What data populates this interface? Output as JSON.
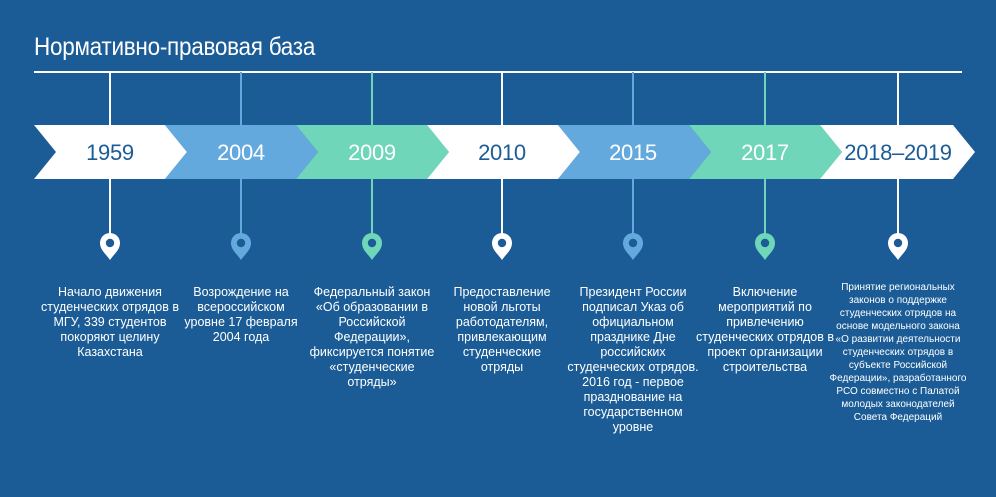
{
  "title": "Нормативно-правовая база",
  "colors": {
    "background": "#1b5c96",
    "white": "#ffffff",
    "blue": "#64a9de",
    "green": "#6fd6b9",
    "year_text_dark": "#1b5c96",
    "year_text_light": "#ffffff"
  },
  "milestones": [
    {
      "year": "1959",
      "color": "white",
      "text": "Начало движения студенческих отрядов в МГУ, 339 студентов покоряют целину Казахстана",
      "icon": "location-pin-icon"
    },
    {
      "year": "2004",
      "color": "blue",
      "text": "Возрождение на всероссийском уровне 17 февраля 2004 года",
      "icon": "location-pin-icon"
    },
    {
      "year": "2009",
      "color": "green",
      "text": "Федеральный закон «Об образовании в Российской Федерации», фиксируется понятие «студенческие отряды»",
      "icon": "location-pin-icon"
    },
    {
      "year": "2010",
      "color": "white",
      "text": "Предоставление новой льготы работодателям, привлекающим студенческие отряды",
      "icon": "location-pin-icon"
    },
    {
      "year": "2015",
      "color": "blue",
      "text": "Президент России подписал Указ об официальном празднике Дне российских студенческих отрядов. 2016 год - первое празднование на государственном уровне",
      "icon": "location-pin-icon"
    },
    {
      "year": "2017",
      "color": "green",
      "text": "Включение мероприятий по привлечению студенческих отрядов в проект организации строительства",
      "icon": "location-pin-icon"
    },
    {
      "year": "2018–2019",
      "color": "white",
      "text": "Принятие региональных законов о поддержке студенческих отрядов на основе модельного закона «О развитии деятельности студенческих отрядов в субъекте Российской Федерации», разработанного РСО совместно с Палатой молодых законодателей Совета Федераций",
      "icon": "location-pin-icon"
    }
  ]
}
